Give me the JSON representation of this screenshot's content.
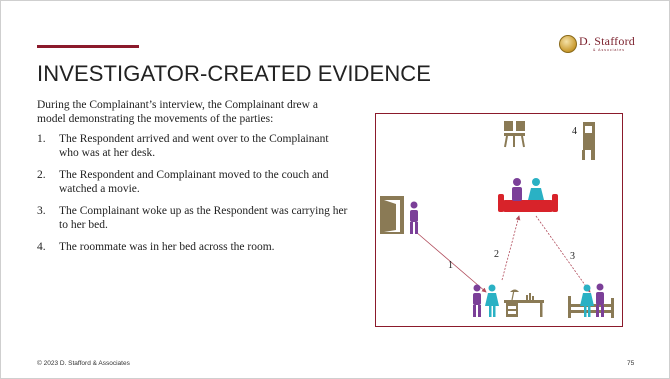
{
  "logo": {
    "name": "D. Stafford",
    "subtitle": "& Associates"
  },
  "title": "INVESTIGATOR-CREATED EVIDENCE",
  "intro": "During the Complainant’s interview, the Complainant drew a model demonstrating the movements of the parties:",
  "steps": [
    {
      "num": "1.",
      "text": "The Respondent arrived and went over to the Complainant who was at her desk."
    },
    {
      "num": "2.",
      "text": "The Respondent and Complainant moved to the couch and watched a movie."
    },
    {
      "num": "3.",
      "text": "The Complainant woke up as the Respondent was carrying her to her bed."
    },
    {
      "num": "4.",
      "text": "The roommate was in her bed across the room."
    }
  ],
  "diagram": {
    "labels": [
      "1",
      "2",
      "3",
      "4"
    ]
  },
  "footer": {
    "copyright": "© 2023 D. Stafford & Associates",
    "page": "75"
  },
  "colors": {
    "accent": "#8b1a2b",
    "person_purple": "#7b3f98",
    "person_teal": "#2ab1c4",
    "furniture": "#8a7a55",
    "couch": "#d8232a"
  }
}
